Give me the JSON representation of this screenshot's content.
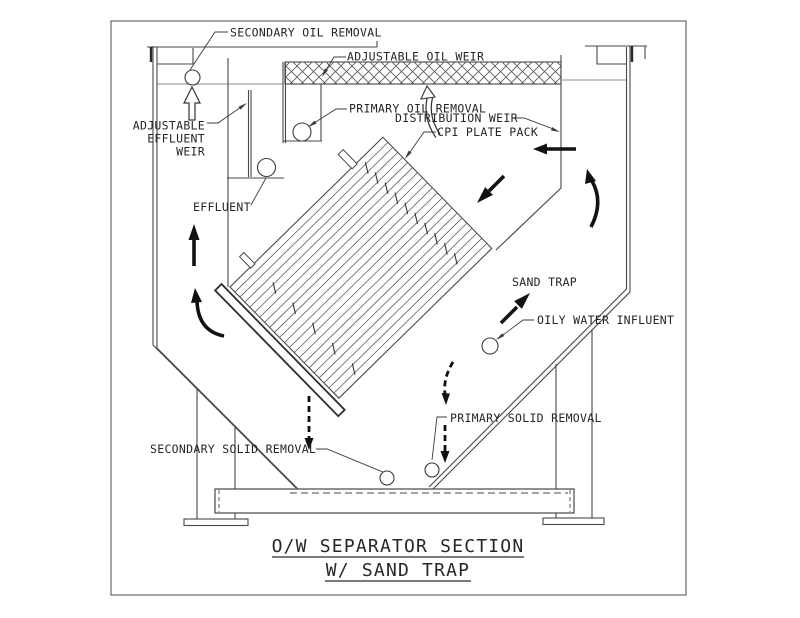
{
  "drawing_title": {
    "line1": "O/W SEPARATOR SECTION",
    "line2": "W/ SAND TRAP"
  },
  "labels": {
    "secondary_oil_removal": "SECONDARY OIL REMOVAL",
    "adjustable_oil_weir": "ADJUSTABLE OIL WEIR",
    "primary_oil_removal": "PRIMARY OIL REMOVAL",
    "distribution_weir": "DISTRIBUTION WEIR",
    "cpi_plate_pack": "CPI PLATE PACK",
    "adjustable_effluent_weir": [
      "ADJUSTABLE",
      "EFFLUENT",
      "WEIR"
    ],
    "effluent": "EFFLUENT",
    "sand_trap": "SAND TRAP",
    "oily_water_influent": "OILY WATER INFLUENT",
    "secondary_solid_removal": "SECONDARY SOLID REMOVAL",
    "primary_solid_removal": "PRIMARY SOLID REMOVAL"
  },
  "colors": {
    "line": "#474747",
    "dark": "#111111",
    "text": "#262626",
    "background": "#ffffff"
  }
}
